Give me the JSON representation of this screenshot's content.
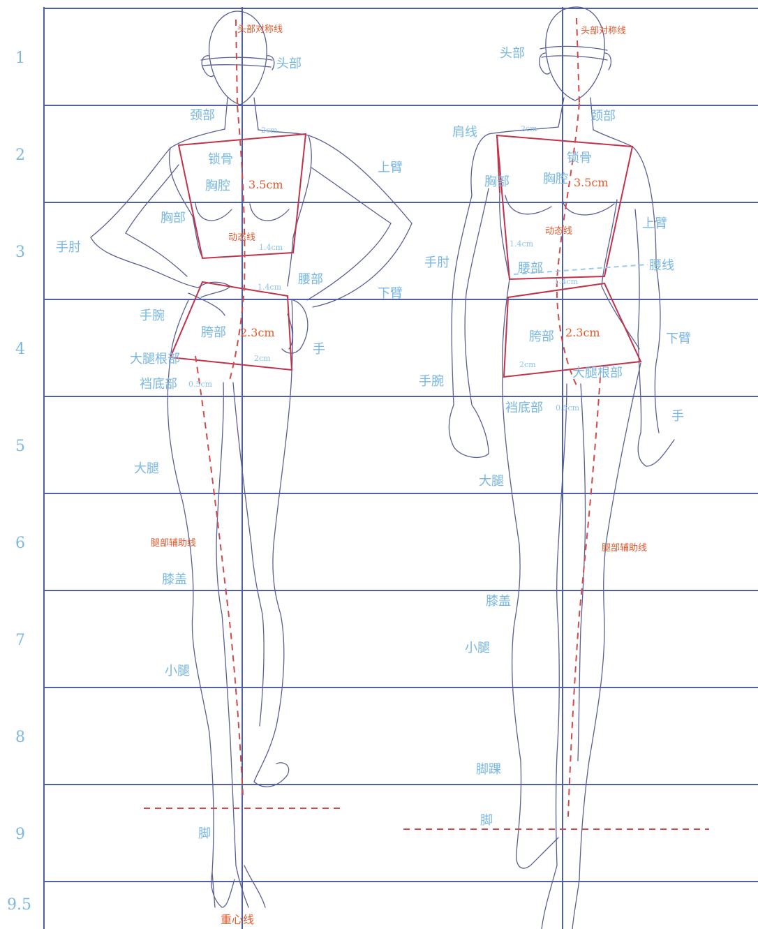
{
  "row_numbers": [
    "1",
    "2",
    "3",
    "4",
    "5",
    "6",
    "7",
    "8",
    "9",
    "9.5"
  ],
  "left_figure": {
    "head_symmetry": "头部对称线",
    "head": "头部",
    "neck": "颈部",
    "shoulder_measure": "2cm",
    "collarbone": "锁骨",
    "upper_arm": "上臂",
    "thorax": "胸腔",
    "thorax_measure": "3.5cm",
    "chest": "胸部",
    "elbow": "手肘",
    "dynamic_line": "动态线",
    "waist_measure_1": "1.4cm",
    "waist_measure_2": "1.4cm",
    "waist": "腰部",
    "forearm": "下臂",
    "wrist": "手腕",
    "hip": "胯部",
    "hip_measure": "2.3cm",
    "hand": "手",
    "thigh_root": "大腿根部",
    "crotch_measure": "2cm",
    "crotch": "裆底部",
    "crotch_offset": "0.5cm",
    "thigh": "大腿",
    "leg_guide": "腿部辅助线",
    "knee": "膝盖",
    "calf": "小腿",
    "foot": "脚",
    "gravity_line": "重心线"
  },
  "right_figure": {
    "head_symmetry": "头部对称线",
    "head": "头部",
    "neck": "颈部",
    "shoulder_line": "肩线",
    "shoulder_measure": "2cm",
    "collarbone": "锁骨",
    "chest": "胸部",
    "thorax": "胸腔",
    "thorax_measure": "3.5cm",
    "upper_arm": "上臂",
    "dynamic_line": "动态线",
    "waist_measure_1": "1.4cm",
    "elbow": "手肘",
    "waist": "腰部",
    "waist_line": "腰线",
    "waist_measure_2": "1.4cm",
    "hip": "胯部",
    "hip_measure": "2.3cm",
    "forearm": "下臂",
    "crotch_measure": "2cm",
    "thigh_root": "大腿根部",
    "wrist": "手腕",
    "crotch": "裆底部",
    "crotch_offset": "0.5cm",
    "hand": "手",
    "thigh": "大腿",
    "leg_guide": "腿部辅助线",
    "knee": "膝盖",
    "calf": "小腿",
    "ankle": "脚踝",
    "foot": "脚"
  },
  "colors": {
    "grid_line": "#4f5fa6",
    "sketch_line": "#5a5f95",
    "construction_red": "#c0334a",
    "dashed_red": "#d14a4a",
    "label_blue": "#78b7e2",
    "label_orange": "#e2582b",
    "row_number": "#7db8df"
  }
}
